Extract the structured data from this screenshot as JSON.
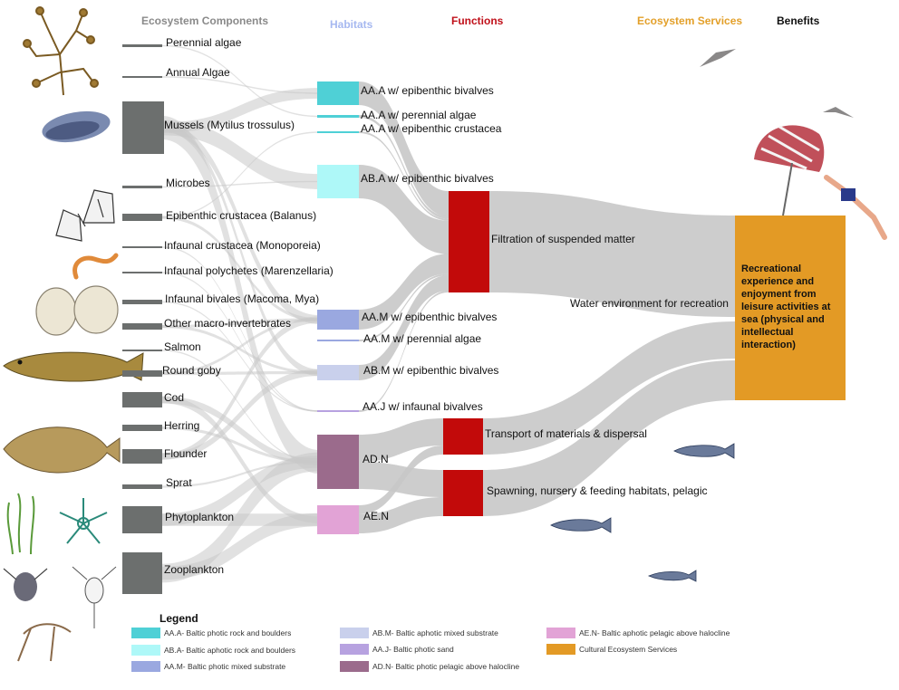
{
  "headers": {
    "components": "Ecosystem Components",
    "habitats": "Habitats",
    "functions": "Functions",
    "services": "Ecosystem Services",
    "benefits": "Benefits"
  },
  "components": [
    "Perennial algae",
    "Annual Algae",
    "Mussels (Mytilus trossulus)",
    "Microbes",
    "Epibenthic crustacea (Balanus)",
    "Infaunal crustacea (Monoporeia)",
    "Infaunal polychetes (Marenzellaria)",
    "Infaunal bivales (Macoma, Mya)",
    "Other macro-invertebrates",
    "Salmon",
    "Round goby",
    "Cod",
    "Herring",
    "Flounder",
    "Sprat",
    "Phytoplankton",
    "Zooplankton"
  ],
  "habitats": [
    "AA.A w/ epibenthic bivalves",
    "AA.A w/ perennial algae",
    "AA.A w/ epibenthic crustacea",
    "AB.A w/ epibenthic bivalves",
    "AA.M w/ epibenthic bivalves",
    "AA.M w/ perennial algae",
    "AB.M w/ epibenthic bivalves",
    "AA.J w/ infaunal bivalves",
    "AD.N",
    "AE.N"
  ],
  "functions": [
    "Filtration of suspended matter",
    "Transport of materials & dispersal",
    "Spawning, nursery & feeding habitats, pelagic"
  ],
  "service": {
    "link_label": "Water environment for recreation",
    "box_label": "Recreational experience and enjoyment from leisure activities at sea  (physical and intellectual interaction)"
  },
  "legend": {
    "title": "Legend",
    "items": [
      {
        "label": "AA.A- Baltic photic rock and boulders",
        "color": "#4fd0d6"
      },
      {
        "label": "AB.A- Baltic aphotic rock and boulders",
        "color": "#aef8f8"
      },
      {
        "label": "AA.M- Baltic photic mixed substrate",
        "color": "#9aa8e0"
      },
      {
        "label": "AB.M- Baltic aphotic mixed substrate",
        "color": "#c9d0ec"
      },
      {
        "label": "AA.J- Baltic photic sand",
        "color": "#b7a2e0"
      },
      {
        "label": "AD.N- Baltic photic pelagic above halocline",
        "color": "#9b6b8c"
      },
      {
        "label": "AE.N- Baltic aphotic pelagic above halocline",
        "color": "#e2a3d6"
      },
      {
        "label": "Cultural Ecosystem Services",
        "color": "#e39a25"
      }
    ]
  },
  "colors": {
    "component_node": "#6c6f6e",
    "function_node": "#c20a0a",
    "service_node": "#e39a25",
    "link": "#c8c8c8",
    "header_components": "#8a8a8a",
    "header_habitats": "#a6b8f0",
    "header_functions": "#c0101a",
    "header_services": "#e3a02a",
    "header_benefits": "#111111"
  }
}
